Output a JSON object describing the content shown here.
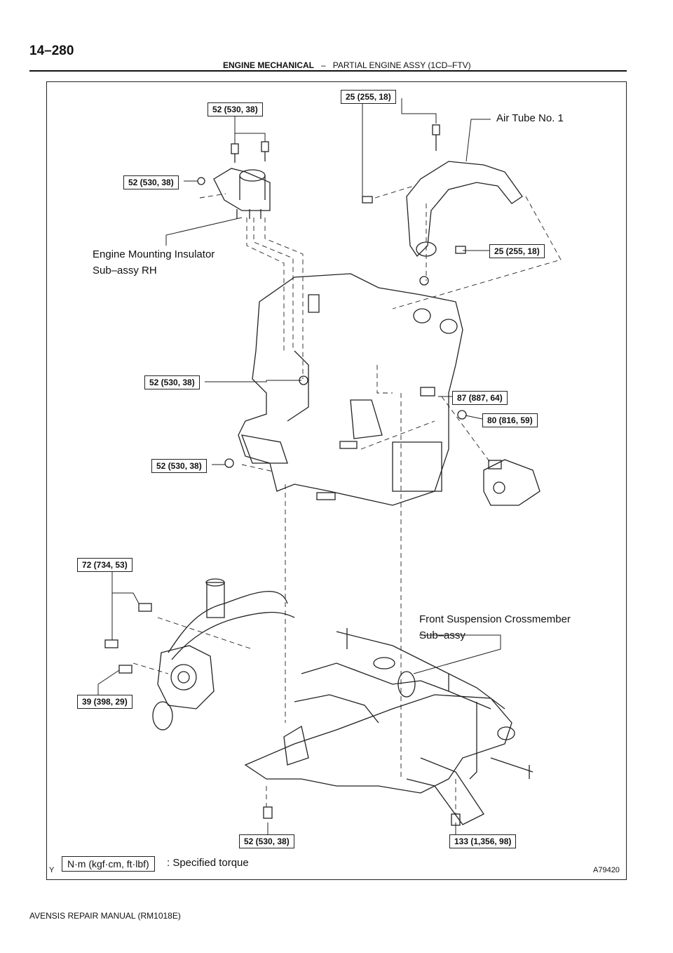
{
  "header": {
    "page_number": "14–280",
    "section_bold": "ENGINE MECHANICAL",
    "separator": "–",
    "section_title": "PARTIAL ENGINE ASSY (1CD–FTV)"
  },
  "figure": {
    "torque_labels": [
      "52 (530, 38)",
      "25 (255, 18)",
      "52 (530, 38)",
      "25 (255, 18)",
      "52 (530, 38)",
      "87 (887, 64)",
      "80 (816, 59)",
      "52 (530, 38)",
      "72 (734, 53)",
      "39 (398, 29)",
      "52 (530, 38)",
      "133 (1,356, 98)"
    ],
    "part_labels": {
      "air_tube": "Air Tube No. 1",
      "mount_line1": "Engine Mounting Insulator",
      "mount_line2": "Sub–assy RH",
      "cross_line1": "Front Suspension Crossmember",
      "cross_line2": "Sub–assy"
    },
    "legend": {
      "unit_box": "N·m (kgf·cm, ft·lbf)",
      "unit_text": ": Specified torque"
    },
    "corner_mark": "Y",
    "figure_code": "A79420"
  },
  "footer": {
    "manual": "AVENSIS REPAIR MANUAL   (RM1018E)"
  }
}
